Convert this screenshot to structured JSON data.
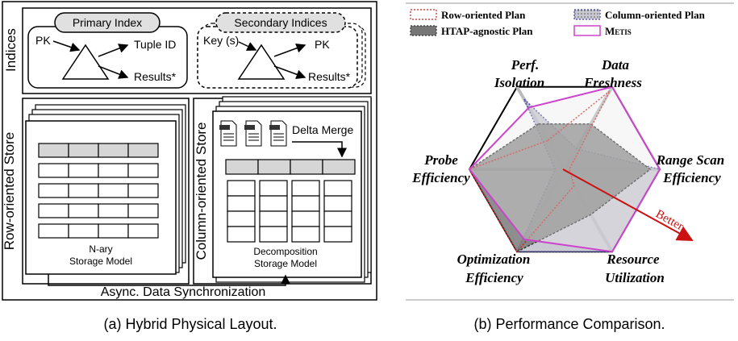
{
  "panel_a": {
    "caption": "(a) Hybrid Physical Layout.",
    "indices": {
      "section_label": "Indices",
      "primary": {
        "title": "Primary Index",
        "input": "PK",
        "out_top": "Tuple ID",
        "out_bottom": "Results*"
      },
      "secondary": {
        "title": "Secondary Indices",
        "input": "Key (s)",
        "out_top": "PK",
        "out_bottom": "Results*"
      }
    },
    "row_store": {
      "label": "Row-oriented Store",
      "model_line1": "N-ary",
      "model_line2": "Storage Model"
    },
    "column_store": {
      "label": "Column-oriented Store",
      "delta_label": "Delta Merge",
      "model_line1": "Decomposition",
      "model_line2": "Storage Model"
    },
    "sync_label": "Async. Data Synchronization"
  },
  "panel_b": {
    "caption": "(b) Performance Comparison.",
    "legend": [
      {
        "name": "Row-oriented Plan",
        "color": "#cc2222"
      },
      {
        "name": "Column-oriented Plan",
        "color": "#4444aa"
      },
      {
        "name": "HTAP-agnostic Plan",
        "color": "#555555"
      },
      {
        "name": "Metis",
        "color": "#cc44cc"
      }
    ],
    "axes": [
      {
        "line1": "Perf.",
        "line2": "Isolation"
      },
      {
        "line1": "Data",
        "line2": "Freshness"
      },
      {
        "line1": "Range Scan",
        "line2": "Efficiency"
      },
      {
        "line1": "Resource",
        "line2": "Utilization"
      },
      {
        "line1": "Optimization",
        "line2": "Efficiency"
      },
      {
        "line1": "Probe",
        "line2": "Efficiency"
      }
    ],
    "better_label": "Better",
    "series": {
      "row": [
        0.35,
        0.95,
        0.05,
        0.2,
        1.0,
        1.0
      ],
      "column": [
        0.85,
        0.25,
        1.0,
        1.0,
        1.0,
        0.1
      ],
      "htap": [
        0.55,
        0.55,
        0.9,
        0.55,
        1.0,
        1.0
      ],
      "metis": [
        0.75,
        1.0,
        1.0,
        1.0,
        0.85,
        1.0
      ]
    }
  }
}
